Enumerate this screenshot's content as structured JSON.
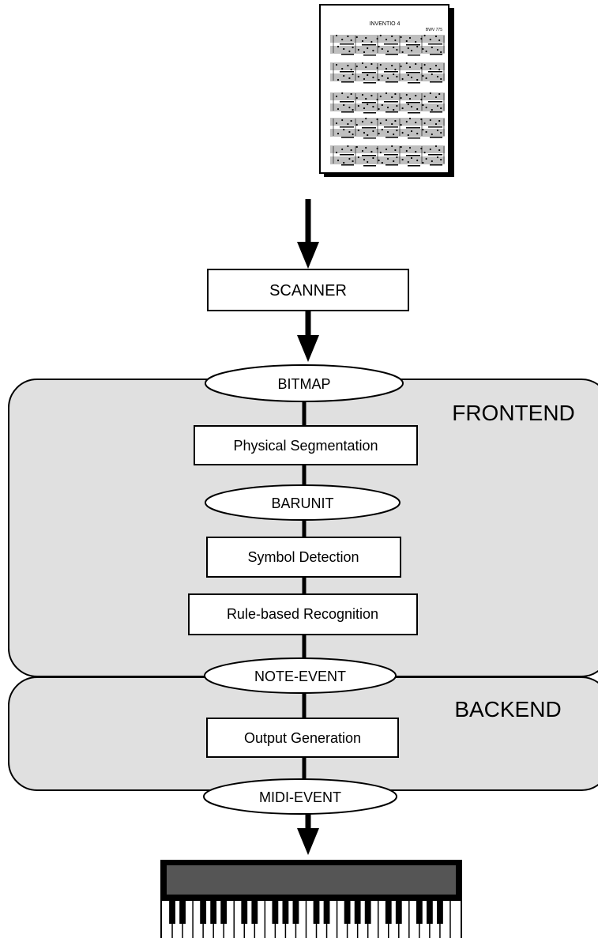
{
  "sheet": {
    "title": "INVENTIO 4",
    "catalog": "BWV 775"
  },
  "nodes": {
    "scanner": "SCANNER",
    "bitmap": "BITMAP",
    "physical_segmentation": "Physical Segmentation",
    "barunit": "BARUNIT",
    "symbol_detection": "Symbol Detection",
    "rule_based_recognition": "Rule-based Recognition",
    "note_event": "NOTE-EVENT",
    "output_generation": "Output Generation",
    "midi_event": "MIDI-EVENT"
  },
  "groups": {
    "frontend": "FRONTEND",
    "backend": "BACKEND"
  },
  "colors": {
    "group_fill": "#e0e0e0",
    "stroke": "#000000",
    "keyboard_panel": "#555555"
  }
}
